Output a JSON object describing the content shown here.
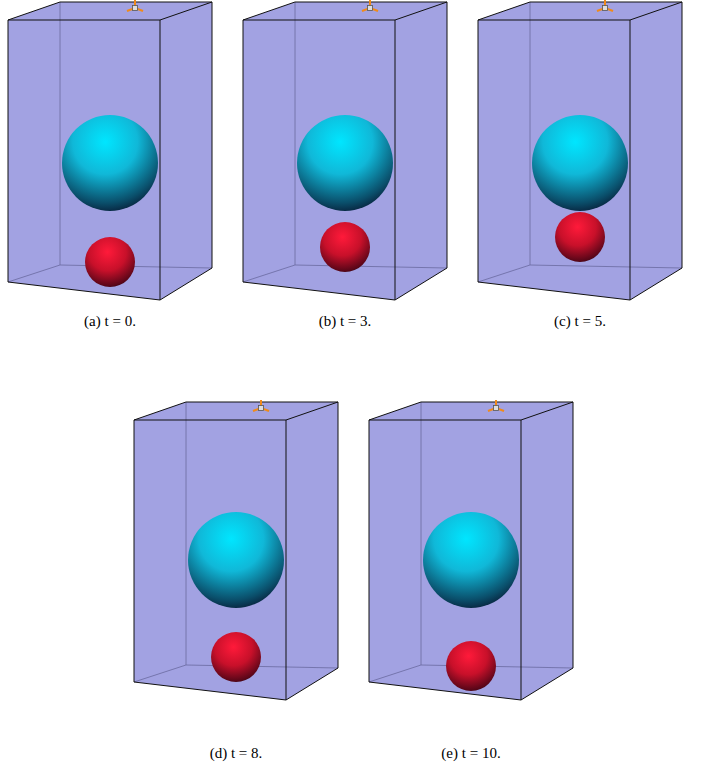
{
  "diagram": {
    "labels": [
      "(a) t = 0.",
      "(b) t = 3.",
      "(c) t = 5.",
      "(d) t = 8.",
      "(e) t = 10."
    ]
  }
}
